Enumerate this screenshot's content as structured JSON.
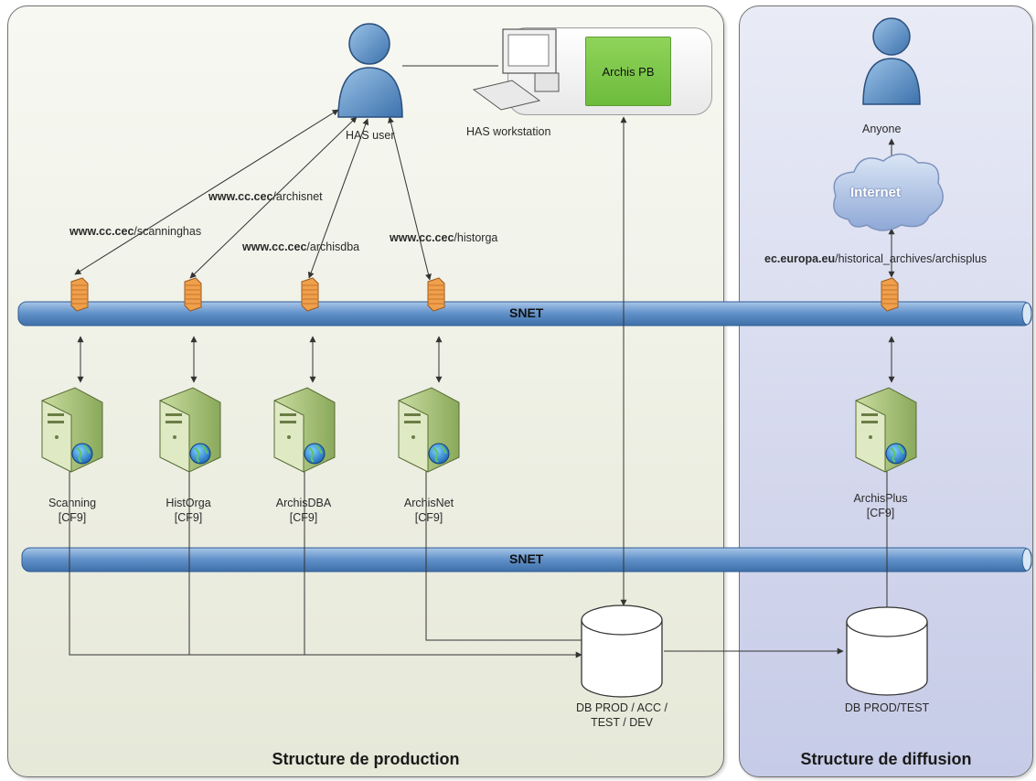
{
  "panels": {
    "production_title": "Structure de production",
    "diffusion_title": "Structure de diffusion"
  },
  "people": {
    "has_user": "HAS user",
    "anyone": "Anyone"
  },
  "workstation": {
    "label": "HAS workstation",
    "app": "Archis PB"
  },
  "cloud": {
    "label": "Internet"
  },
  "urls": {
    "archisnet": {
      "bold": "www.cc.cec",
      "rest": "/archisnet"
    },
    "scanninghas": {
      "bold": "www.cc.cec",
      "rest": "/scanninghas"
    },
    "archisdba": {
      "bold": "www.cc.cec",
      "rest": "/archisdba"
    },
    "historga": {
      "bold": "www.cc.cec",
      "rest": "/historga"
    },
    "archisplus": {
      "bold": "ec.europa.eu",
      "rest": "/historical_archives/archisplus"
    }
  },
  "networks": {
    "snet_top": "SNET",
    "snet_bottom": "SNET"
  },
  "servers": [
    {
      "name": "Scanning",
      "tech": "[CF9]"
    },
    {
      "name": "HistOrga",
      "tech": "[CF9]"
    },
    {
      "name": "ArchisDBA",
      "tech": "[CF9]"
    },
    {
      "name": "ArchisNet",
      "tech": "[CF9]"
    },
    {
      "name": "ArchisPlus",
      "tech": "[CF9]"
    }
  ],
  "databases": {
    "production": {
      "line1": "DB PROD / ACC /",
      "line2": "TEST / DEV"
    },
    "diffusion": "DB PROD/TEST"
  },
  "colors": {
    "pipe": "#5f90c8",
    "production_bg": "#ecedE0",
    "diffusion_bg": "#d4d8ee",
    "archis_pb": "#7cc84a",
    "firewall": "#e8923a"
  }
}
